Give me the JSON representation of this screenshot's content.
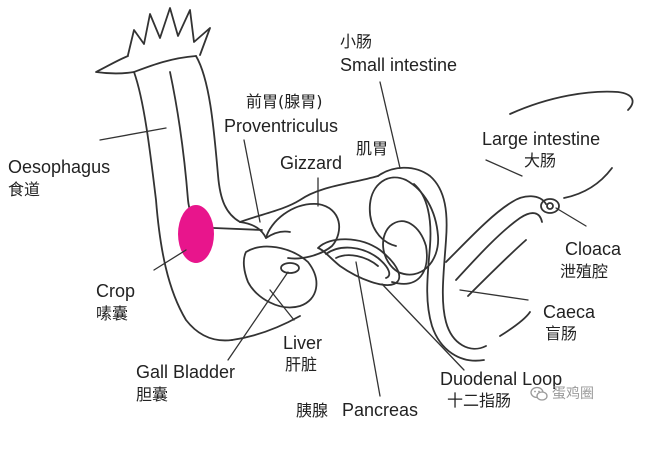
{
  "labels": {
    "small_intestine": {
      "zh": "小肠",
      "en": "Small intestine"
    },
    "proventriculus": {
      "zh": "前胃(腺胃)",
      "en": "Proventriculus"
    },
    "large_intestine": {
      "en": "Large intestine",
      "zh": "大肠"
    },
    "oesophagus": {
      "en": "Oesophagus",
      "zh": "食道"
    },
    "gizzard": {
      "en": "Gizzard",
      "zh": "肌胃"
    },
    "cloaca": {
      "en": "Cloaca",
      "zh": "泄殖腔"
    },
    "crop": {
      "en": "Crop",
      "zh": "嗉囊"
    },
    "caeca": {
      "en": "Caeca",
      "zh": "盲肠"
    },
    "liver": {
      "en": "Liver",
      "zh": "肝脏"
    },
    "gall_bladder": {
      "en": "Gall Bladder",
      "zh": "胆囊"
    },
    "duodenal_loop": {
      "en": "Duodenal Loop",
      "zh": "十二指肠"
    },
    "pancreas": {
      "zh": "胰腺",
      "en": "Pancreas"
    }
  },
  "watermark": "蛋鸡圈",
  "colors": {
    "line": "#333333",
    "crop_highlight": "#e8158c",
    "background": "#ffffff"
  },
  "icons": [
    "wechat-icon"
  ]
}
